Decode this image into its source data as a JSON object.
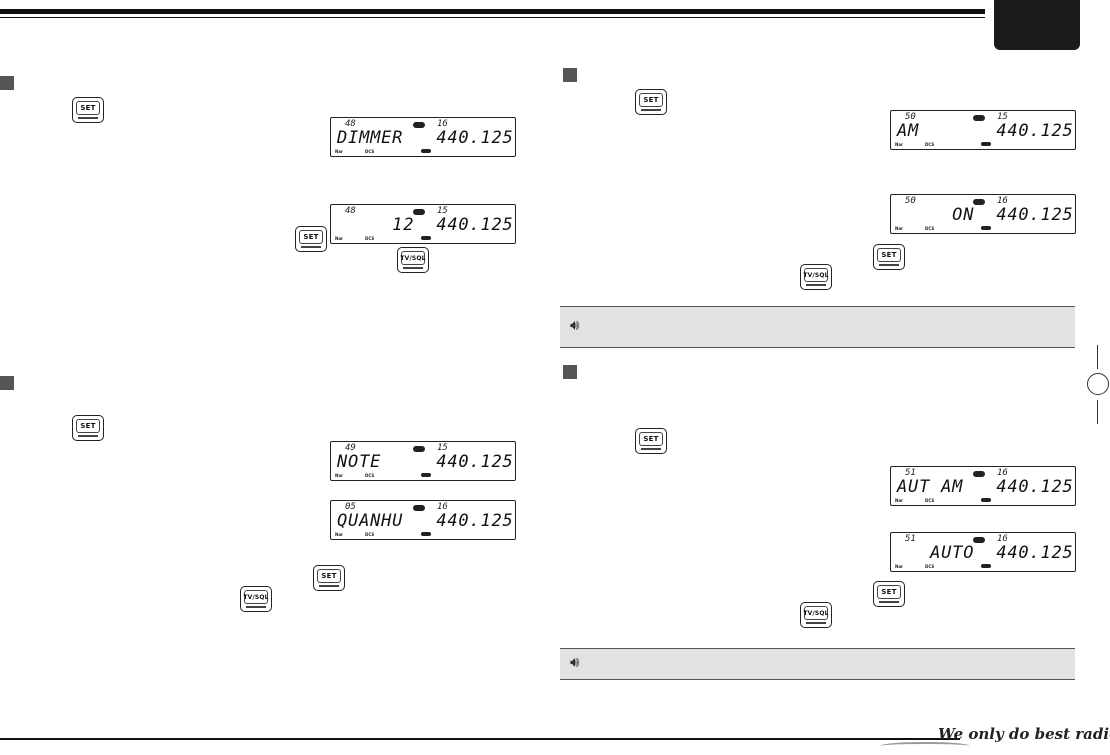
{
  "keys": {
    "set": "SET",
    "tvsql": "TV/SQL"
  },
  "displays": {
    "dimmer_a": {
      "channel": "48",
      "number": "16",
      "text": "DIMMER   440.125",
      "flag1": "Nar",
      "flag2": "DCS"
    },
    "dimmer_b": {
      "channel": "48",
      "number": "15",
      "text": "     12  440.125",
      "flag1": "Nar",
      "flag2": "DCS"
    },
    "note_a": {
      "channel": "49",
      "number": "15",
      "text": "NOTE     440.125",
      "flag1": "Nar",
      "flag2": "DCS"
    },
    "note_b": {
      "channel": "05",
      "number": "16",
      "text": "QUANHU   440.125",
      "flag1": "Nar",
      "flag2": "DCS"
    },
    "am_a": {
      "channel": "50",
      "number": "15",
      "text": "AM       440.125",
      "flag1": "Nar",
      "flag2": "DCS"
    },
    "am_b": {
      "channel": "50",
      "number": "16",
      "text": "     ON  440.125",
      "flag1": "Nar",
      "flag2": "DCS"
    },
    "autam_a": {
      "channel": "51",
      "number": "16",
      "text": "AUT AM   440.125",
      "flag1": "Nar",
      "flag2": "DCS"
    },
    "autam_b": {
      "channel": "51",
      "number": "16",
      "text": "   AUTO  440.125",
      "flag1": "Nar",
      "flag2": "DCS"
    }
  },
  "footer": {
    "tagline": "We only do best radio!"
  }
}
